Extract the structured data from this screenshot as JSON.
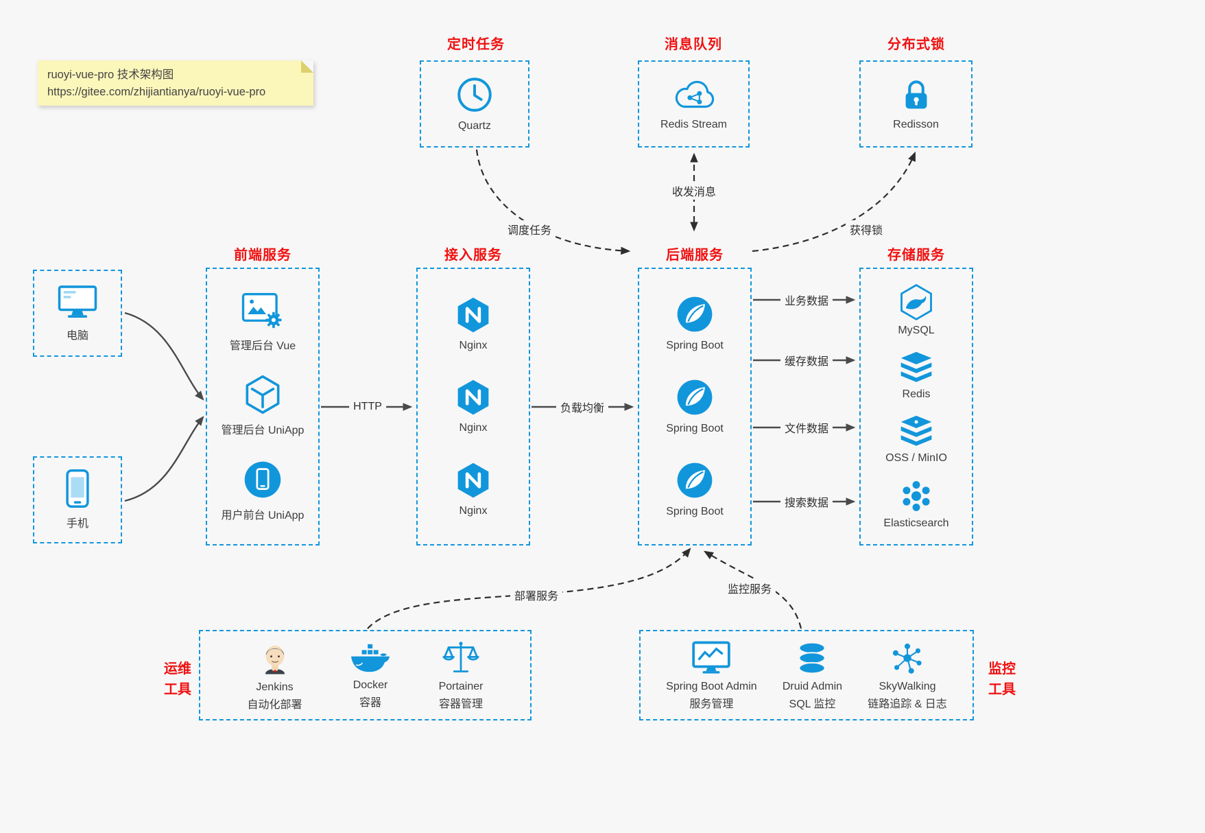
{
  "colors": {
    "accent_blue": "#1296db",
    "title_red": "#f01111",
    "note_yellow": "#fbf6ba",
    "arrow_gray": "#4a4a4a",
    "background": "#f7f7f7"
  },
  "note": {
    "line1": "ruoyi-vue-pro 技术架构图",
    "line2": "https://gitee.com/zhijiantianya/ruoyi-vue-pro"
  },
  "top_groups": {
    "scheduled_job": {
      "title": "定时任务",
      "item": {
        "label": "Quartz",
        "icon": "clock-icon"
      }
    },
    "message_queue": {
      "title": "消息队列",
      "item": {
        "label": "Redis Stream",
        "icon": "cloud-network-icon"
      }
    },
    "distributed_lock": {
      "title": "分布式锁",
      "item": {
        "label": "Redisson",
        "icon": "lock-icon"
      }
    }
  },
  "clients": {
    "pc": {
      "label": "电脑",
      "icon": "desktop-icon"
    },
    "mobile": {
      "label": "手机",
      "icon": "smartphone-icon"
    }
  },
  "frontend": {
    "title": "前端服务",
    "items": [
      {
        "label": "管理后台 Vue",
        "icon": "admin-vue-icon"
      },
      {
        "label": "管理后台 UniApp",
        "icon": "uniapp-box-icon"
      },
      {
        "label": "用户前台 UniApp",
        "icon": "user-app-icon"
      }
    ]
  },
  "gateway": {
    "title": "接入服务",
    "items": [
      {
        "label": "Nginx",
        "icon": "nginx-icon"
      },
      {
        "label": "Nginx",
        "icon": "nginx-icon"
      },
      {
        "label": "Nginx",
        "icon": "nginx-icon"
      }
    ]
  },
  "backend": {
    "title": "后端服务",
    "items": [
      {
        "label": "Spring Boot",
        "icon": "spring-leaf-icon"
      },
      {
        "label": "Spring Boot",
        "icon": "spring-leaf-icon"
      },
      {
        "label": "Spring Boot",
        "icon": "spring-leaf-icon"
      }
    ]
  },
  "storage": {
    "title": "存储服务",
    "items": [
      {
        "label": "MySQL",
        "icon": "mysql-dolphin-icon"
      },
      {
        "label": "Redis",
        "icon": "redis-stack-icon"
      },
      {
        "label": "OSS / MinIO",
        "icon": "oss-stack-icon"
      },
      {
        "label": "Elasticsearch",
        "icon": "elasticsearch-cluster-icon"
      }
    ]
  },
  "devops": {
    "title": "运维\n工具",
    "items": [
      {
        "label": "Jenkins",
        "sub": "自动化部署",
        "icon": "jenkins-icon"
      },
      {
        "label": "Docker",
        "sub": "容器",
        "icon": "docker-icon"
      },
      {
        "label": "Portainer",
        "sub": "容器管理",
        "icon": "portainer-scales-icon"
      }
    ]
  },
  "monitoring": {
    "title": "监控\n工具",
    "items": [
      {
        "label": "Spring Boot Admin",
        "sub": "服务管理",
        "icon": "admin-monitor-icon"
      },
      {
        "label": "Druid Admin",
        "sub": "SQL 监控",
        "icon": "druid-database-icon"
      },
      {
        "label": "SkyWalking",
        "sub": "链路追踪 & 日志",
        "icon": "skywalking-graph-icon"
      }
    ]
  },
  "edges": {
    "http": "HTTP",
    "load_balance": "负载均衡",
    "dispatch_job": "调度任务",
    "send_receive_msg": "收发消息",
    "acquire_lock": "获得锁",
    "business_data": "业务数据",
    "cache_data": "缓存数据",
    "file_data": "文件数据",
    "search_data": "搜索数据",
    "deploy_service": "部署服务",
    "monitor_service": "监控服务"
  }
}
